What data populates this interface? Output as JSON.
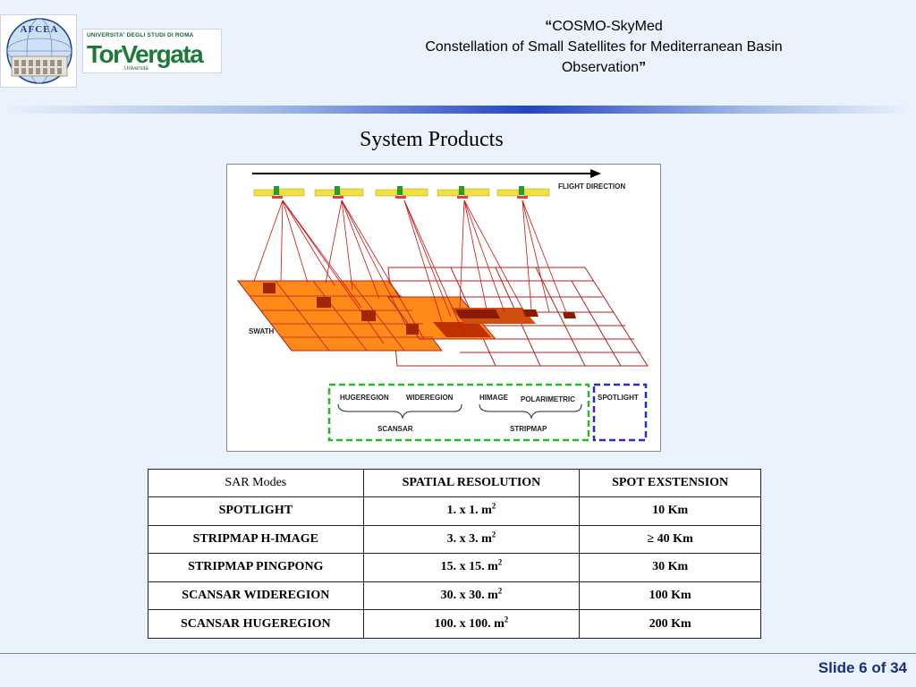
{
  "header": {
    "logo_left_text": "AFCEA",
    "logo_right_top": "UNIVERSITA' DEGLI STUDI DI ROMA",
    "logo_right_main": "TorVergata",
    "logo_right_sub": "Università",
    "title_open_quote": "“",
    "title_line1": "COSMO-SkyMed",
    "title_line2": "Constellation of Small Satellites for Mediterranean Basin",
    "title_line3": "Observation",
    "title_close_quote": "”"
  },
  "section_title": "System Products",
  "figure": {
    "flight_direction": "FLIGHT DIRECTION",
    "swath": "SWATH",
    "hugeregion": "HUGEREGION",
    "wideregion": "WIDEREGION",
    "himage": "HIMAGE",
    "polarimetric": "POLARIMETRIC",
    "spotlight": "SPOTLIGHT",
    "scansar": "SCANSAR",
    "stripmap": "STRIPMAP"
  },
  "table": {
    "headers": [
      "SAR Modes",
      "SPATIAL RESOLUTION",
      "SPOT EXSTENSION"
    ],
    "rows": [
      {
        "mode": "SPOTLIGHT",
        "resolution": "1. x 1. m",
        "extension": "10 Km"
      },
      {
        "mode": "STRIPMAP H-IMAGE",
        "resolution": "3. x 3. m",
        "extension": "≥ 40 Km"
      },
      {
        "mode": "STRIPMAP  PINGPONG",
        "resolution": "15. x 15. m",
        "extension": "30 Km"
      },
      {
        "mode": "SCANSAR  WIDEREGION",
        "resolution": "30. x 30. m",
        "extension": "100 Km"
      },
      {
        "mode": "SCANSAR  HUGEREGION",
        "resolution": "100. x 100. m",
        "extension": "200 Km"
      }
    ],
    "unit_superscript": "2"
  },
  "footer": {
    "slide_label": "Slide 6 of 34"
  },
  "colors": {
    "accent_blue": "#2444c2",
    "swath_orange": "#ff7f1a",
    "beam_red": "#d01010",
    "scansar_green": "#22bb22",
    "spotlight_blue": "#2a2ad0"
  }
}
